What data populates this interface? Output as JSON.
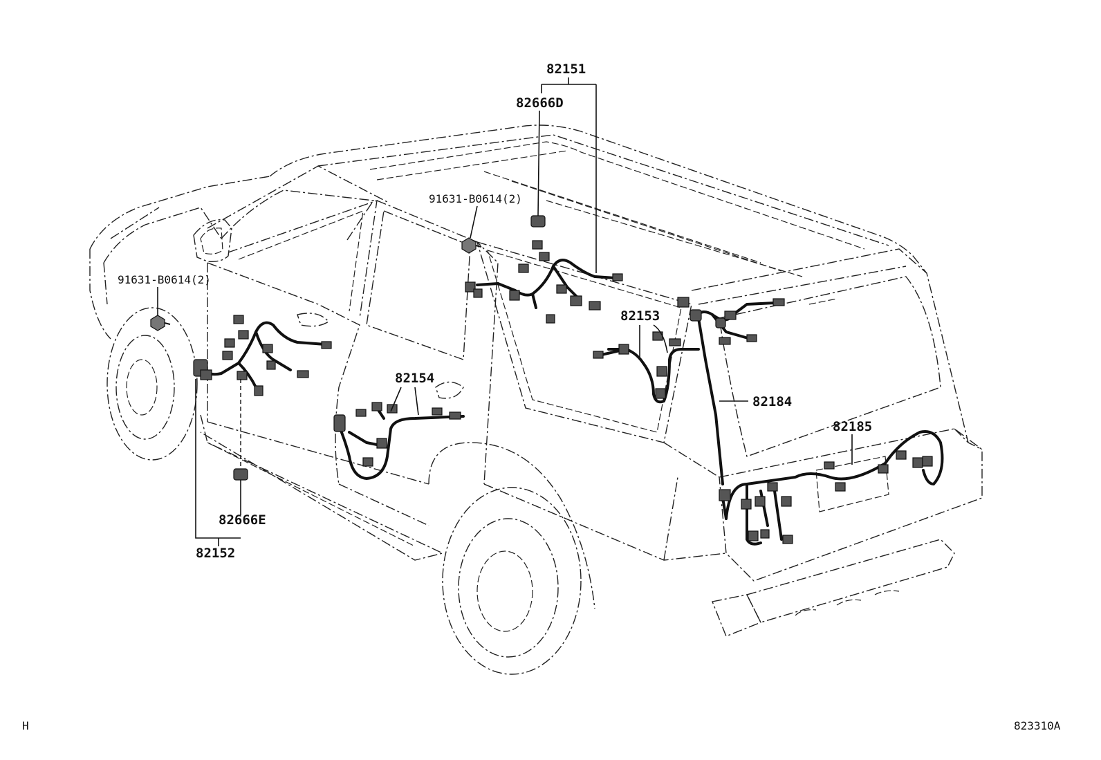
{
  "diagram": {
    "part_labels": {
      "p82151": "82151",
      "p82666D": "82666D",
      "p91631_top": "91631-B0614(2)",
      "p91631_left": "91631-B0614(2)",
      "p82153": "82153",
      "p82184": "82184",
      "p82154": "82154",
      "p82185": "82185",
      "p82666E": "82666E",
      "p82152": "82152"
    },
    "footer": {
      "left_code": "H",
      "right_code": "823310A"
    }
  }
}
